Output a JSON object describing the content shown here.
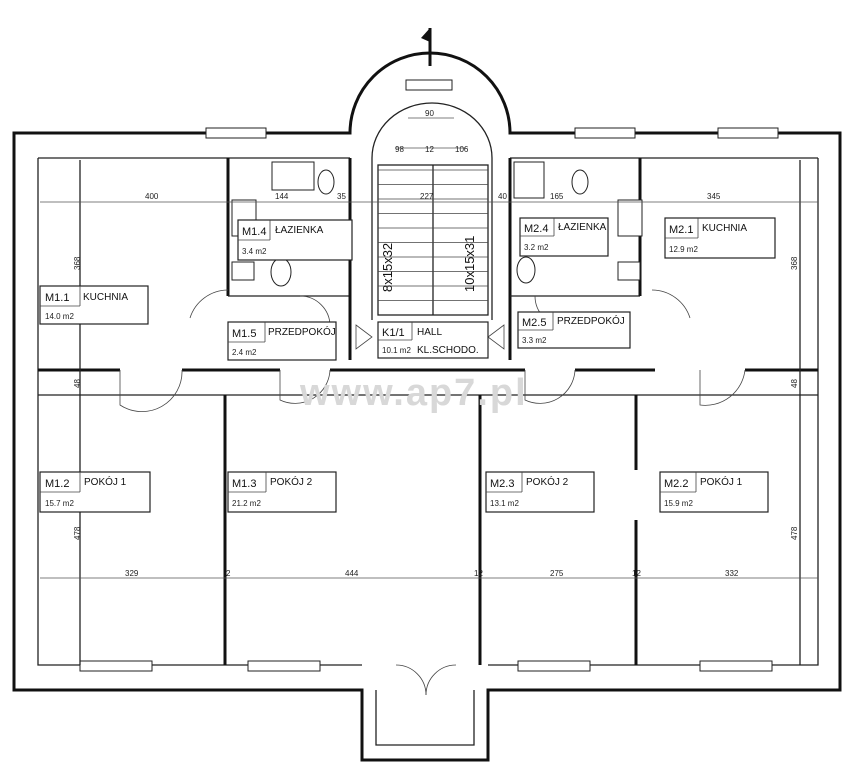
{
  "watermark": "www.ap7.pl",
  "stair_labels": [
    "8x15x32",
    "10x15x31"
  ],
  "rooms": [
    {
      "id": "m11",
      "code": "M1.1",
      "name": "KUCHNIA",
      "area": "14.0 m2"
    },
    {
      "id": "m14",
      "code": "M1.4",
      "name": "ŁAZIENKA",
      "area": "3.4 m2"
    },
    {
      "id": "m15",
      "code": "M1.5",
      "name": "PRZEDPOKÓJ",
      "area": "2.4 m2"
    },
    {
      "id": "k11",
      "code": "K1/1",
      "name": "HALL",
      "name2": "KL.SCHODO.",
      "area": "10.1 m2"
    },
    {
      "id": "m25",
      "code": "M2.5",
      "name": "PRZEDPOKÓJ",
      "area": "3.3 m2"
    },
    {
      "id": "m24",
      "code": "M2.4",
      "name": "ŁAZIENKA",
      "area": "3.2 m2"
    },
    {
      "id": "m21",
      "code": "M2.1",
      "name": "KUCHNIA",
      "area": "12.9 m2"
    },
    {
      "id": "m12",
      "code": "M1.2",
      "name": "POKÓJ 1",
      "area": "15.7 m2"
    },
    {
      "id": "m13",
      "code": "M1.3",
      "name": "POKÓJ 2",
      "area": "21.2 m2"
    },
    {
      "id": "m23",
      "code": "M2.3",
      "name": "POKÓJ 2",
      "area": "13.1 m2"
    },
    {
      "id": "m22",
      "code": "M2.2",
      "name": "POKÓJ 1",
      "area": "15.9 m2"
    }
  ],
  "dimensions": {
    "top": [
      "400",
      "144",
      "35",
      "227",
      "40",
      "165",
      "345"
    ],
    "bottom": [
      "329",
      "2",
      "444",
      "12",
      "275",
      "12",
      "332"
    ],
    "stair_top": [
      "90",
      "98",
      "12",
      "106"
    ],
    "vertical": [
      "368",
      "368",
      "48",
      "48",
      "478",
      "478"
    ]
  }
}
